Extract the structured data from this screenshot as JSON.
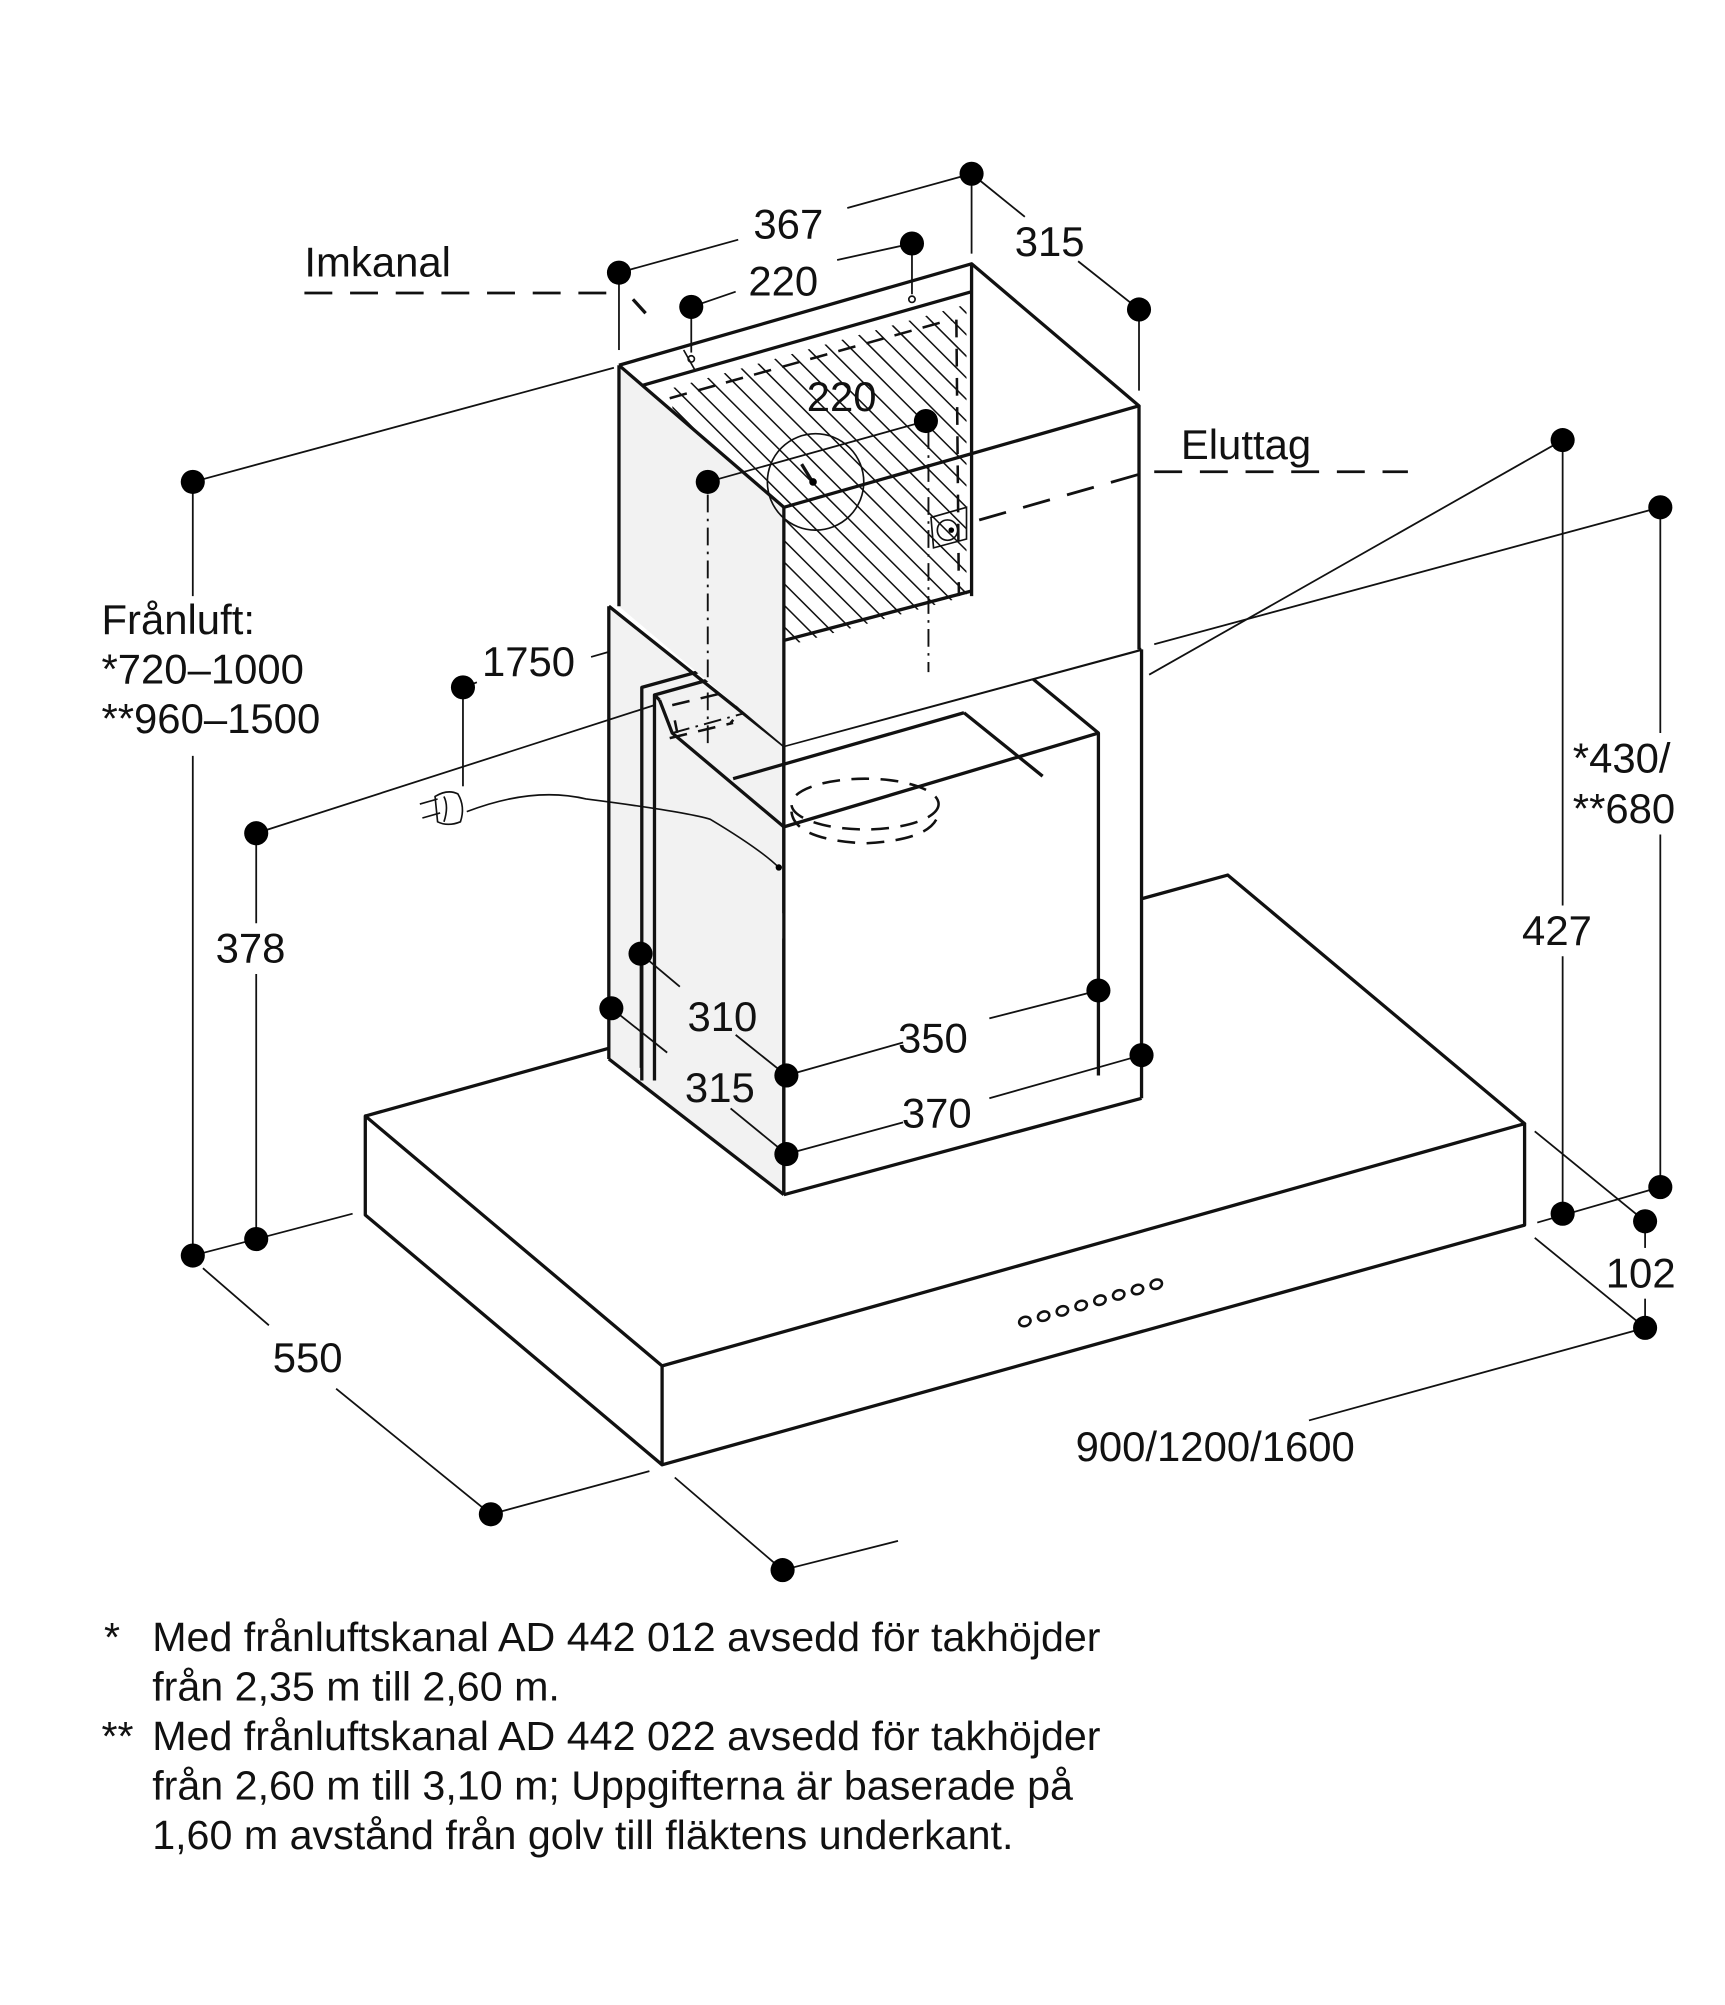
{
  "title": "Måttskiss – väggfläkt (Gaggenau)",
  "labels": {
    "imkanal": "Imkanal",
    "eluttag": "Eluttag",
    "franluft_title": "Frånluft:",
    "franluft_star": "*720–1000",
    "franluft_dstar": "**960–1500"
  },
  "dimensions": {
    "chimney_width_top": "367",
    "chimney_depth_top": "315",
    "bracket_spacing": "220",
    "duct_diameter": "220",
    "cable_length": "1750",
    "outlet_height": "378",
    "inner_depth": "310",
    "outer_depth": "315",
    "inner_width": "350",
    "outer_width": "370",
    "socket_height": "427",
    "chimney_min_height_a": "*430/",
    "chimney_min_height_b": "**680",
    "hood_height": "102",
    "hood_depth": "550",
    "hood_width": "900/1200/1600"
  },
  "controls": {
    "button_count": 8
  },
  "footnotes": [
    {
      "marker": "*",
      "lines": [
        "Med frånluftskanal AD 442 012 avsedd för takhöjder",
        "från 2,35 m till 2,60 m."
      ]
    },
    {
      "marker": "**",
      "lines": [
        "Med frånluftskanal AD 442 022 avsedd för takhöjder",
        "från 2,60 m till 3,10 m; Uppgifterna är baserade på",
        "1,60 m avstånd från golv till fläktens underkant."
      ]
    }
  ],
  "colors": {
    "line": "#111111",
    "side_shade": "#f2f2f2",
    "background": "#ffffff"
  }
}
